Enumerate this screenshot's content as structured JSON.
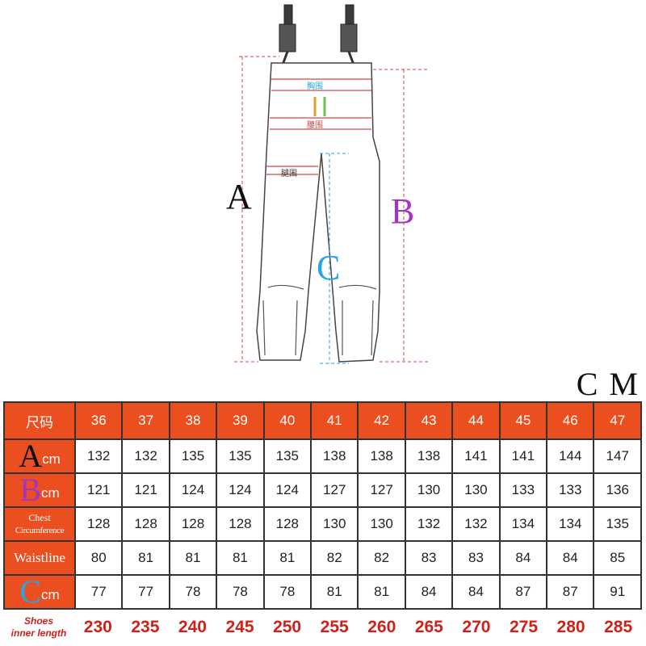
{
  "diagram": {
    "letters": {
      "a": "A",
      "b": "B",
      "c": "C"
    },
    "garment_labels": [
      "胸围",
      "腰围",
      "腿围"
    ],
    "colors": {
      "a": "#111111",
      "b": "#a434c4",
      "c": "#26a6e2",
      "measure_line": "#d64545"
    }
  },
  "unit_label": "C M",
  "table": {
    "header_label": "尺码",
    "sizes": [
      "36",
      "37",
      "38",
      "39",
      "40",
      "41",
      "42",
      "43",
      "44",
      "45",
      "46",
      "47"
    ],
    "rows": [
      {
        "letter": "A",
        "unit": "cm",
        "letter_color": "#111111",
        "values": [
          "132",
          "132",
          "135",
          "135",
          "135",
          "138",
          "138",
          "138",
          "141",
          "141",
          "144",
          "147"
        ]
      },
      {
        "letter": "B",
        "unit": "cm",
        "letter_color": "#a434c4",
        "values": [
          "121",
          "121",
          "124",
          "124",
          "124",
          "127",
          "127",
          "130",
          "130",
          "133",
          "133",
          "136"
        ]
      },
      {
        "label_line1": "Chest",
        "label_line2": "Circumference",
        "values": [
          "128",
          "128",
          "128",
          "128",
          "128",
          "130",
          "130",
          "132",
          "132",
          "134",
          "134",
          "135"
        ]
      },
      {
        "label": "Waistline",
        "values": [
          "80",
          "81",
          "81",
          "81",
          "81",
          "82",
          "82",
          "83",
          "83",
          "84",
          "84",
          "85"
        ]
      },
      {
        "letter": "C",
        "unit": "cm",
        "letter_color": "#26a6e2",
        "values": [
          "77",
          "77",
          "78",
          "78",
          "78",
          "81",
          "81",
          "84",
          "84",
          "87",
          "87",
          "91"
        ]
      }
    ],
    "header_color": "#ec4f1f"
  },
  "shoes": {
    "label_line1": "Shoes",
    "label_line2": "inner length",
    "values": [
      "230",
      "235",
      "240",
      "245",
      "250",
      "255",
      "260",
      "265",
      "270",
      "275",
      "280",
      "285"
    ],
    "color": "#d1201a"
  }
}
